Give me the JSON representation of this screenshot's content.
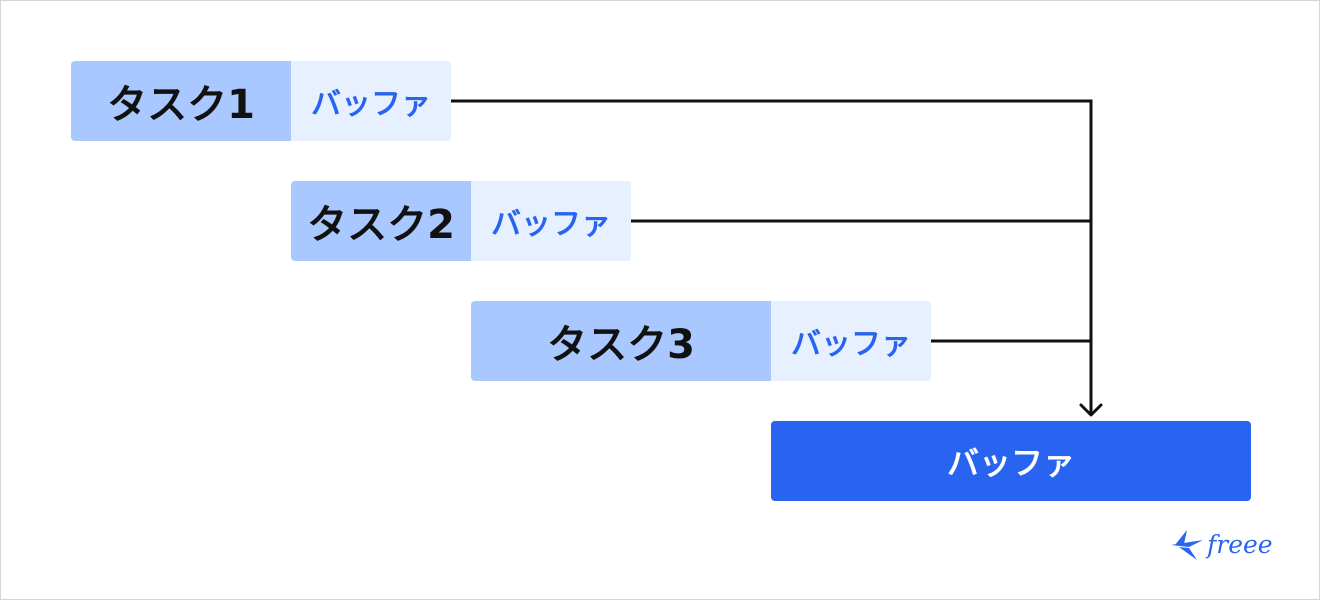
{
  "tasks": [
    {
      "name": "タスク1",
      "buffer": "バッファ"
    },
    {
      "name": "タスク2",
      "buffer": "バッファ"
    },
    {
      "name": "タスク3",
      "buffer": "バッファ"
    }
  ],
  "project_buffer": "バッファ",
  "logo": {
    "text": "freee",
    "icon": "freee-bird-icon"
  },
  "colors": {
    "task_fill": "#a9c8ff",
    "buffer_fill": "#e7f0ff",
    "buffer_text": "#2864f0",
    "project_buffer_fill": "#2864f0",
    "connector": "#111111"
  }
}
